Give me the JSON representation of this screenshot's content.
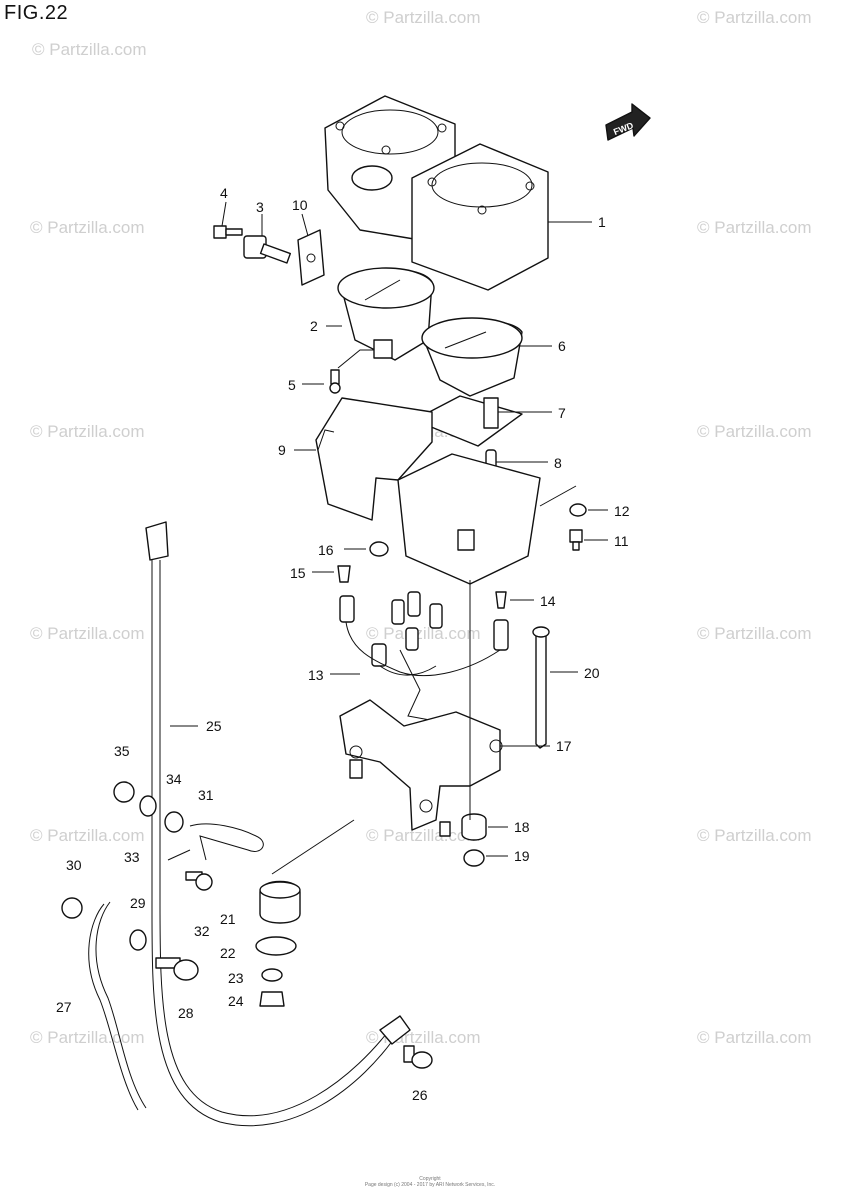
{
  "figure": {
    "title": "FIG.22",
    "direction_label": "FWD"
  },
  "watermarks": {
    "text": "© Partzilla.com",
    "main_text": "© Partzilla.com"
  },
  "copyright": {
    "line1": "Copyright",
    "line2": "Page design (c) 2004 - 2017 by ARI Network Services, Inc."
  },
  "callouts": [
    "1",
    "2",
    "3",
    "4",
    "5",
    "6",
    "7",
    "8",
    "9",
    "10",
    "11",
    "12",
    "13",
    "14",
    "15",
    "16",
    "17",
    "18",
    "19",
    "20",
    "21",
    "22",
    "23",
    "24",
    "25",
    "26",
    "27",
    "28",
    "29",
    "30",
    "31",
    "32",
    "33",
    "34",
    "35"
  ]
}
